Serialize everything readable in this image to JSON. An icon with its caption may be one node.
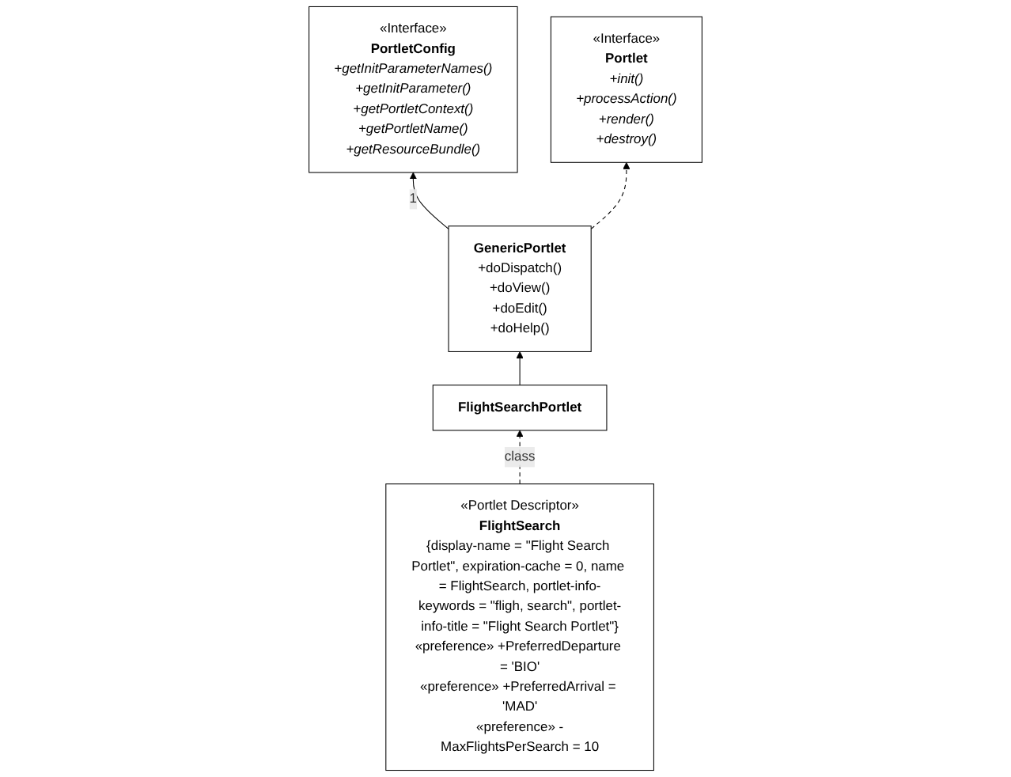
{
  "diagram": {
    "nodes": [
      {
        "text": [
          "«Interface»",
          "PortletConfig",
          "+getInitParameterNames()",
          "+getInitParameter()",
          "+getPortletContext()",
          "+getPortletName()",
          "+getResourceBundle()"
        ]
      },
      {
        "text": [
          "«Interface»",
          "Portlet",
          "+init()",
          "+processAction()",
          "+render()",
          "+destroy()"
        ]
      },
      {
        "text": [
          "GenericPortlet",
          "+doDispatch()",
          "+doView()",
          "+doEdit()",
          "+doHelp()"
        ]
      },
      {
        "text": [
          "«Portlet Descriptor»",
          "FlightSearch",
          "{display-name = \"Flight Search Portlet\", expiration-cache = 0, name = FlightSearch, portlet-info-keywords = \"fligh, search\", portlet-info-title = \"Flight Search Portlet\"}",
          "«preference» +PreferredDeparture = 'BIO'",
          "«preference» +PreferredArrival = 'MAD'",
          "«preference» -MaxFlightsPerSearch = 10"
        ]
      },
      {
        "text": [
          "FlightSearchPortlet"
        ]
      }
    ],
    "edges": [
      {
        "from": 2,
        "to": 0,
        "arrow": "to",
        "label": "1"
      },
      {
        "from": 2,
        "to": 1,
        "arrow": "to",
        "style": "dashed"
      },
      {
        "from": 4,
        "to": 2,
        "arrow": "to"
      },
      {
        "from": 3,
        "to": 4,
        "arrow": "to",
        "style": "dashed",
        "label": "class"
      }
    ]
  }
}
